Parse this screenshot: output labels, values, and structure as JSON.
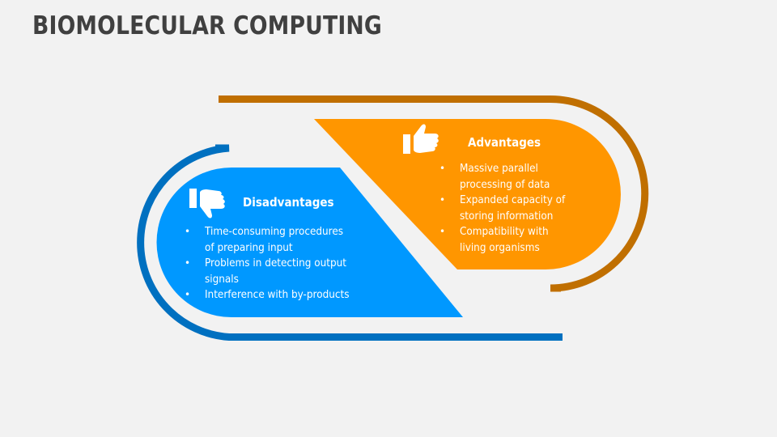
{
  "title": "BIOMOLECULAR COMPUTING",
  "colors": {
    "background": "#f2f2f2",
    "title": "#404040",
    "advantages_fill": "#ff9600",
    "advantages_arc": "#c06f00",
    "disadvantages_fill": "#0098ff",
    "disadvantages_arc": "#0070c0",
    "text": "#ffffff"
  },
  "advantages": {
    "icon": "thumbs-up-icon",
    "heading": "Advantages",
    "items": [
      "Massive parallel\nprocessing of data",
      "Expanded capacity of\nstoring information",
      "Compatibility with\nliving organisms"
    ]
  },
  "disadvantages": {
    "icon": "thumbs-down-icon",
    "heading": "Disadvantages",
    "items": [
      "Time-consuming procedures\nof preparing input",
      "Problems in detecting output\nsignals",
      "Interference with by-products"
    ]
  }
}
